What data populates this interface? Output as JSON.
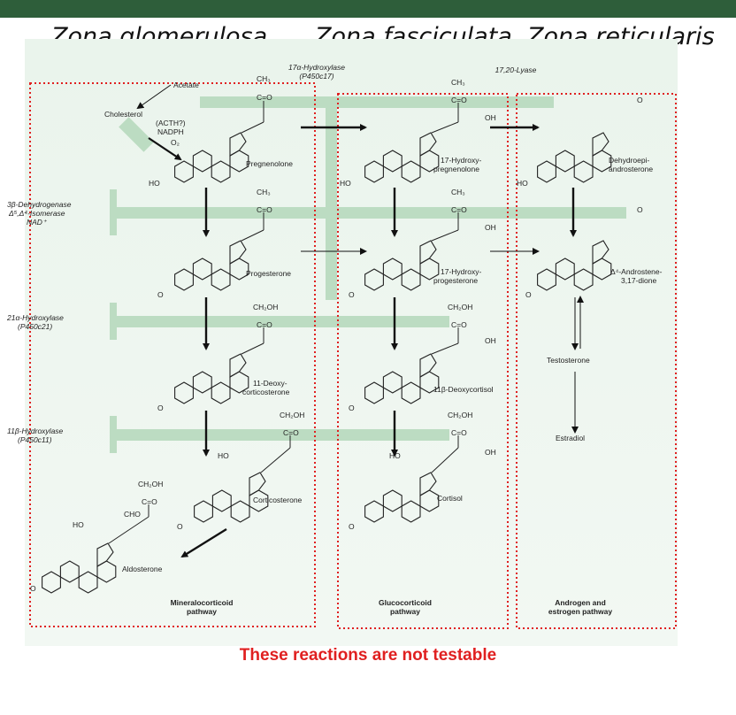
{
  "zones": {
    "glomerulosa": "Zona glomerulosa",
    "fasciculata": "Zona fasciculata",
    "reticularis": "Zona reticularis"
  },
  "enzymes": {
    "hydroxylase17_line1": "17α-Hydroxylase",
    "hydroxylase17_line2": "(P450c17)",
    "lyase": "17,20-Lyase",
    "dehydrogenase_line1": "3β-Dehydrogenase",
    "dehydrogenase_line2": "Δ⁵,Δ⁴-Isomerase",
    "dehydrogenase_line3": "NAD⁺",
    "hydroxylase21_line1": "21α-Hydroxylase",
    "hydroxylase21_line2": "(P450c21)",
    "hydroxylase11_line1": "11β-Hydroxylase",
    "hydroxylase11_line2": "(P450c11)"
  },
  "cofactors": {
    "acetate": "Acetate",
    "cholesterol": "Cholesterol",
    "acth": "(ACTH?)",
    "nadph": "NADPH",
    "o2": "O₂"
  },
  "compounds": {
    "pregnenolone": "Pregnenolone",
    "hydroxypregnenolone_1": "17-Hydroxy-",
    "hydroxypregnenolone_2": "pregnenolone",
    "dhea_1": "Dehydroepi-",
    "dhea_2": "androsterone",
    "progesterone": "Progesterone",
    "hydroxyprogesterone_1": "17-Hydroxy-",
    "hydroxyprogesterone_2": "progesterone",
    "androstenedione_1": "Δ⁴-Androstene-",
    "androstenedione_2": "3,17-dione",
    "deoxycorticosterone_1": "11-Deoxy-",
    "deoxycorticosterone_2": "corticosterone",
    "deoxycortisol": "11β-Deoxycortisol",
    "testosterone": "Testosterone",
    "estradiol": "Estradiol",
    "corticosterone": "Corticosterone",
    "cortisol": "Cortisol",
    "aldosterone": "Aldosterone"
  },
  "pathways": {
    "mineralo_1": "Mineralocorticoid",
    "mineralo_2": "pathway",
    "gluco_1": "Glucocorticoid",
    "gluco_2": "pathway",
    "andro_1": "Androgen and",
    "andro_2": "estrogen pathway"
  },
  "atoms": {
    "ch3": "CH₃",
    "co": "C=O",
    "oh": "OH",
    "ho": "HO",
    "o": "O",
    "ch2oh": "CH₂OH",
    "cho": "CHO"
  },
  "footer": "These reactions are not testable"
}
